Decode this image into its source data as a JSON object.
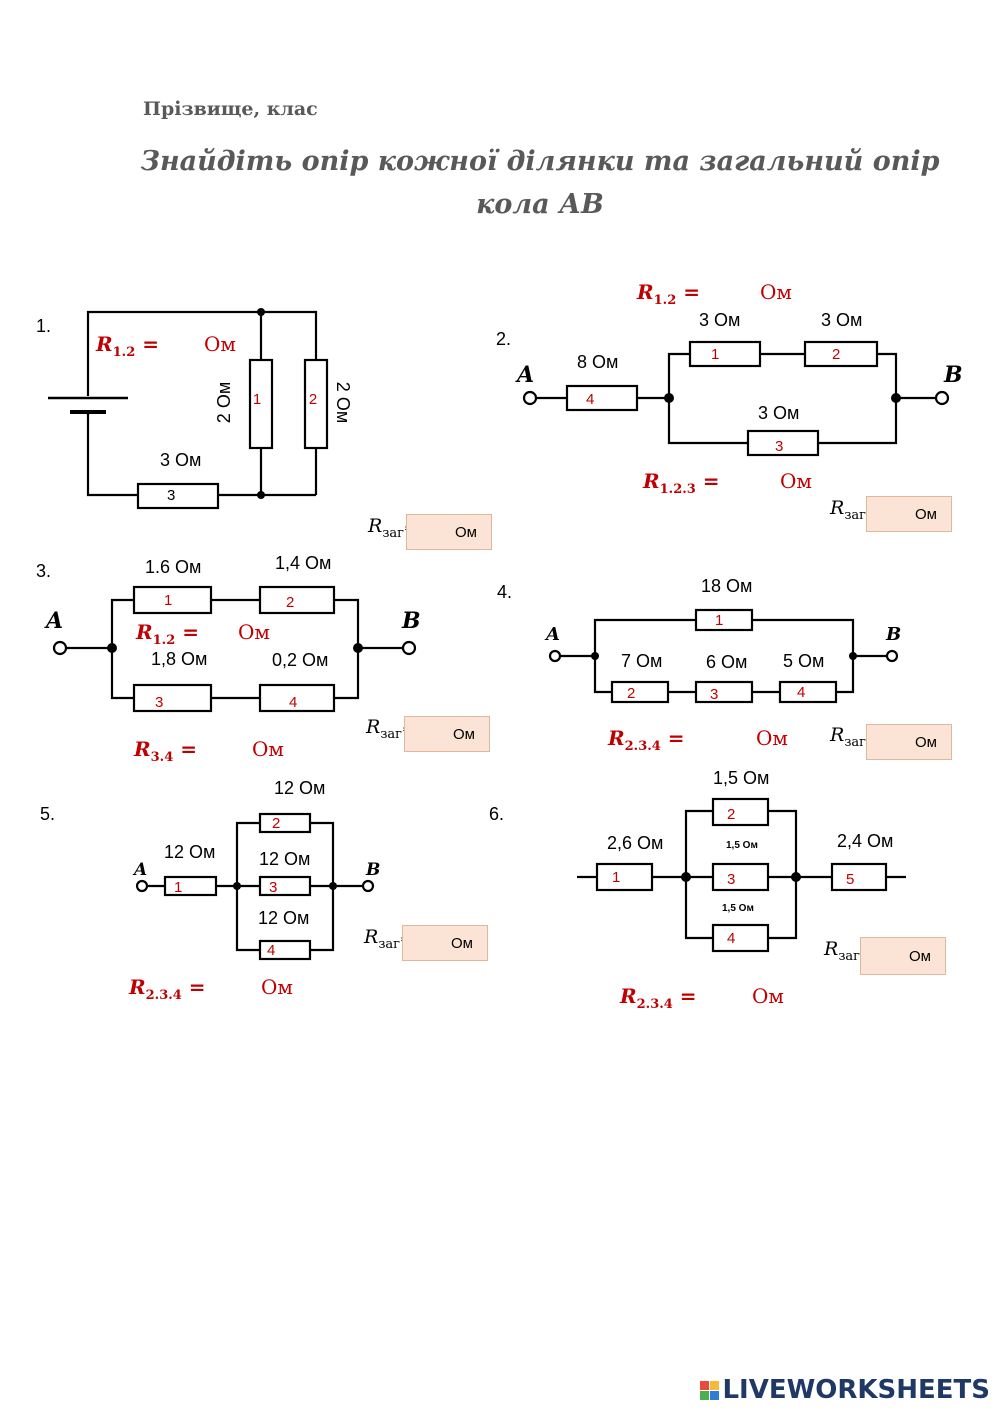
{
  "header": {
    "surname_label": "Прізвище, клас",
    "title": "Знайдіть опір кожної ділянки  та загальний опір кола АВ"
  },
  "common": {
    "ohm": "Ом",
    "total_label": "R",
    "total_sub": "заг",
    "eq": "=",
    "answer_unit": "Ом",
    "point_a": "A",
    "point_b": "B"
  },
  "problems": [
    {
      "number": "1.",
      "formula_r": "R",
      "formula_sub": "1.2",
      "labels": [
        "2 Ом",
        "2 Ом",
        "3 Ом"
      ],
      "resistors": [
        "1",
        "2",
        "3"
      ]
    },
    {
      "number": "2.",
      "formula1_sub": "1.2",
      "formula2_sub": "1.2.3",
      "labels": [
        "8 Ом",
        "3 Ом",
        "3 Ом",
        "3 Ом"
      ],
      "resistors": [
        "4",
        "1",
        "2",
        "3"
      ]
    },
    {
      "number": "3.",
      "formula1_sub": "1.2",
      "formula2_sub": "3.4",
      "labels": [
        "1.6 Ом",
        "1,4 Ом",
        "1,8 Ом",
        "0,2 Ом"
      ],
      "resistors": [
        "1",
        "2",
        "3",
        "4"
      ]
    },
    {
      "number": "4.",
      "formula_sub": "2.3.4",
      "labels": [
        "18 Ом",
        "7 Ом",
        "6 Ом",
        "5 Ом"
      ],
      "resistors": [
        "1",
        "2",
        "3",
        "4"
      ]
    },
    {
      "number": "5.",
      "formula_sub": "2.3.4",
      "labels": [
        "12 Ом",
        "12 Ом",
        "12 Ом",
        "12 Ом"
      ],
      "resistors": [
        "2",
        "1",
        "3",
        "4"
      ]
    },
    {
      "number": "6.",
      "formula_sub": "2.3.4",
      "labels": [
        "1,5 Ом",
        "2,6 Ом",
        "1,5 Ом",
        "2,4 Ом",
        "1,5 Ом"
      ],
      "resistors": [
        "2",
        "1",
        "3",
        "5",
        "4"
      ]
    }
  ],
  "footer": {
    "logo": "LIVEWORKSHEETS",
    "logo_mark": "LIVE"
  },
  "colors": {
    "accent_red": "#c00000",
    "answer_fill": "#fbe4d5",
    "title_gray": "#595959",
    "logo_blue": "#1f3864"
  }
}
